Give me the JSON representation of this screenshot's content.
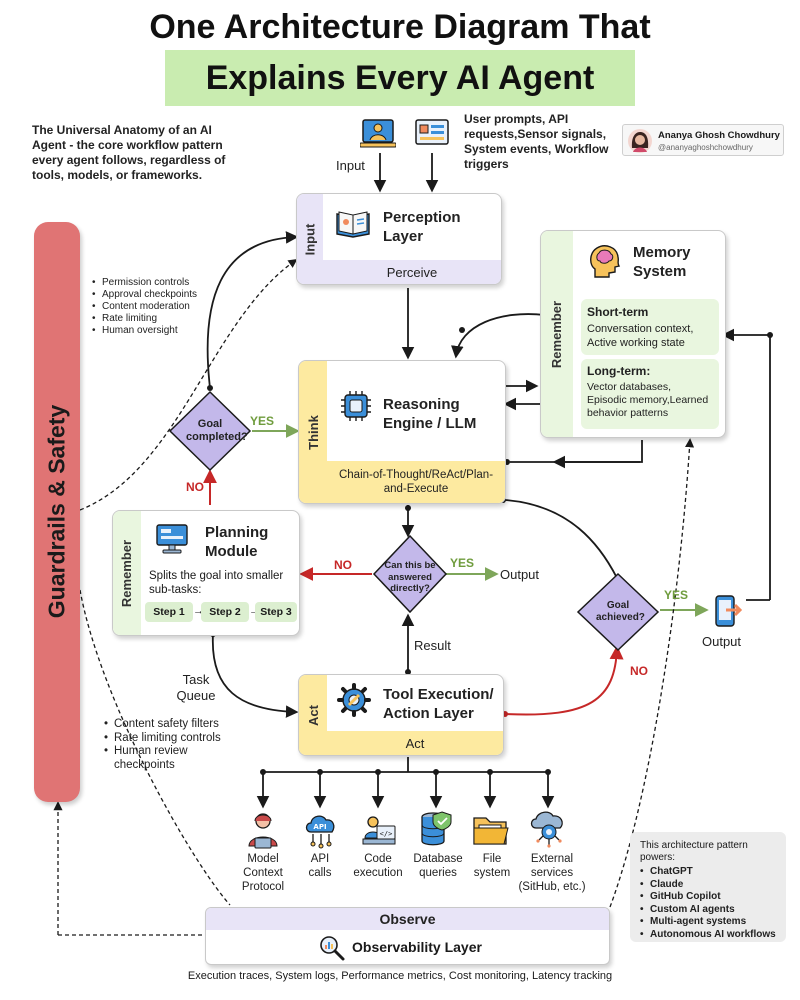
{
  "header": {
    "title_line1": "One Architecture Diagram That",
    "title_line2": "Explains Every AI Agent",
    "intro": "The Universal Anatomy of an AI Agent - the core workflow pattern every agent follows, regardless of tools, models, or frameworks.",
    "input_description": "User prompts, API requests,Sensor signals, System events, Workflow triggers",
    "input_label": "Input"
  },
  "author": {
    "name": "Ananya Ghosh Chowdhury",
    "handle": "@ananyaghoshchowdhury"
  },
  "guardrails": {
    "title": "Guardrails & Safety",
    "top_bullets": [
      "Permission controls",
      "Approval checkpoints",
      "Content moderation",
      "Rate limiting",
      "Human oversight"
    ],
    "bottom_bullets": [
      "Content safety filters",
      "Rate limiting controls",
      "Human review checkpoints"
    ]
  },
  "perception": {
    "side": "Input",
    "title": "Perception Layer",
    "strip": "Perceive"
  },
  "memory": {
    "side": "Remember",
    "title": "Memory System",
    "short_title": "Short-term",
    "short_text": "Conversation context, Active working state",
    "long_title": "Long-term:",
    "long_text": "Vector databases, Episodic memory,Learned behavior patterns"
  },
  "reasoning": {
    "side": "Think",
    "title": "Reasoning Engine / LLM",
    "strip": "Chain-of-Thought/ReAct/Plan-and-Execute"
  },
  "goal_completed": {
    "text": "Goal completed?",
    "yes": "YES",
    "no": "NO"
  },
  "planning": {
    "side": "Remember",
    "title": "Planning Module",
    "description": "Splits the goal into smaller sub-tasks:",
    "steps": [
      "Step 1",
      "Step 2",
      "Step 3"
    ]
  },
  "direct": {
    "text": "Can this be answered directly?",
    "yes": "YES",
    "no": "NO",
    "output": "Output"
  },
  "result_label": "Result",
  "task_queue_label": "Task Queue",
  "tool": {
    "side": "Act",
    "title": "Tool Execution/ Action Layer",
    "strip": "Act"
  },
  "goal_achieved": {
    "text": "Goal achieved?",
    "yes": "YES",
    "no": "NO",
    "output": "Output"
  },
  "tools": [
    {
      "label": "Model Context Protocol",
      "icon": "mcp-person-icon"
    },
    {
      "label": "API calls",
      "icon": "api-cloud-icon"
    },
    {
      "label": "Code execution",
      "icon": "code-execution-icon"
    },
    {
      "label": "Database queries",
      "icon": "database-icon"
    },
    {
      "label": "File system",
      "icon": "folder-icon"
    },
    {
      "label": "External services (SitHub, etc.)",
      "icon": "external-services-icon"
    }
  ],
  "powers": {
    "title": "This architecture pattern powers:",
    "items": [
      "ChatGPT",
      "Claude",
      "GitHub Copilot",
      "Custom AI agents",
      "Multi-agent systems",
      "Autonomous AI workflows"
    ]
  },
  "observe": {
    "strip": "Observe",
    "title": "Observability Layer",
    "footer": "Execution traces, System logs, Performance metrics, Cost monitoring, Latency tracking"
  },
  "colors": {
    "guardrails": "#e07474",
    "lavender": "#e8e4f7",
    "yellow": "#fdeaa0",
    "green_box": "#e9f6df",
    "diamond": "#c3b8ea",
    "red_arrow": "#c62828",
    "green_arrow": "#7ea65a"
  }
}
